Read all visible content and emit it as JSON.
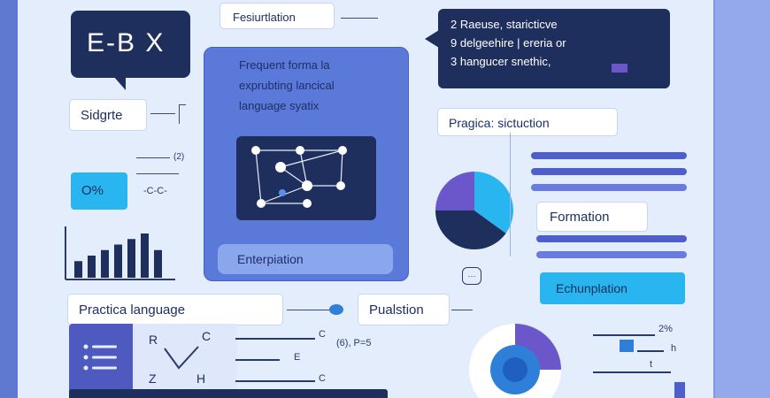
{
  "logo": {
    "text": "E-B X"
  },
  "labels": {
    "sidebar_top": "Sidgrte",
    "heading_top": "Fesiurtlation",
    "badge_ox": "O%",
    "chip_mid": "-C-C-",
    "paren_label": "(2)",
    "practica_label": "Practica language",
    "pualstion": "Pualstion",
    "pragica_title": "Pragica: sictuction",
    "formation": "Formation",
    "echunplation": "Echunplation",
    "enterpiation": "Enterpiation",
    "paren_bottom": "(6), P=5",
    "c_bottom": "C",
    "c_bottom2": "C",
    "e_glyph": "E",
    "power_label": "2%",
    "h_label": "h",
    "t_label": "t"
  },
  "central_card": {
    "line1": "Frequent forma la",
    "line2": "exprubting lancical",
    "line3": "language syatix"
  },
  "speech": {
    "line1": "2  Raeuse, staricticve",
    "line2": "9  delgeehire | ereria or",
    "line3": "3  hangucer snethic,"
  },
  "graph_letters": {
    "r": "R",
    "c": "C",
    "z": "Z",
    "h": "H"
  },
  "bar_chart": {
    "values": [
      3,
      4,
      5,
      6,
      7,
      8,
      5
    ]
  },
  "pie": {
    "values": [
      0.35,
      0.4,
      0.25
    ]
  },
  "colors": {
    "frame": "#5f79d3",
    "background": "#e4edfb",
    "dark": "#1e2f5e",
    "accent": "#4f5fc9",
    "cyan": "#29b6f0",
    "purple": "#6b57c9"
  }
}
